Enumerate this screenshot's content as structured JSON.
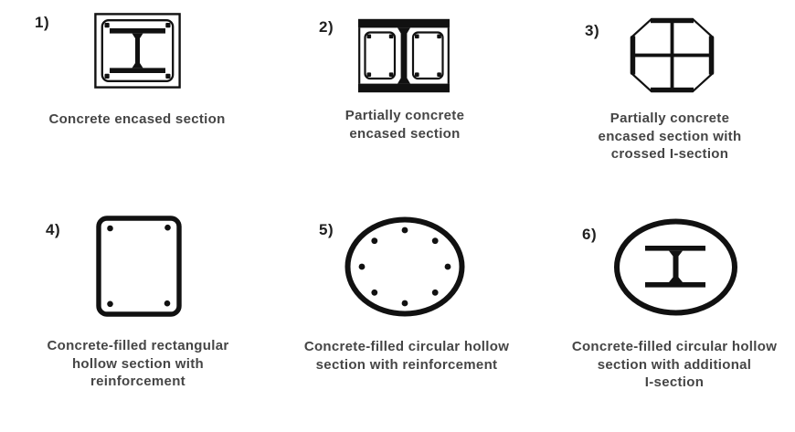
{
  "colors": {
    "ink": "#111111",
    "caption_text": "#454545",
    "background": "#ffffff"
  },
  "sections": {
    "items": [
      {
        "label": "1)",
        "shape": "concrete-encased-i-section",
        "caption_lines": [
          "Concrete encased section"
        ]
      },
      {
        "label": "2)",
        "shape": "partially-concrete-encased-i-section",
        "caption_lines": [
          "Partially concrete",
          "encased section"
        ]
      },
      {
        "label": "3)",
        "shape": "partially-encased-crossed-i-section-octagon",
        "caption_lines": [
          "Partially concrete",
          "encased section with",
          "crossed I-section"
        ]
      },
      {
        "label": "4)",
        "shape": "concrete-filled-rectangular-hollow-with-rebar",
        "caption_lines": [
          "Concrete-filled rectangular",
          "hollow section with",
          "reinforcement"
        ]
      },
      {
        "label": "5)",
        "shape": "concrete-filled-circular-hollow-with-rebar",
        "caption_lines": [
          "Concrete-filled circular hollow",
          "section with reinforcement"
        ]
      },
      {
        "label": "6)",
        "shape": "concrete-filled-circular-hollow-with-i-section",
        "caption_lines": [
          "Concrete-filled circular hollow",
          "section with additional",
          "I-section"
        ]
      }
    ]
  }
}
